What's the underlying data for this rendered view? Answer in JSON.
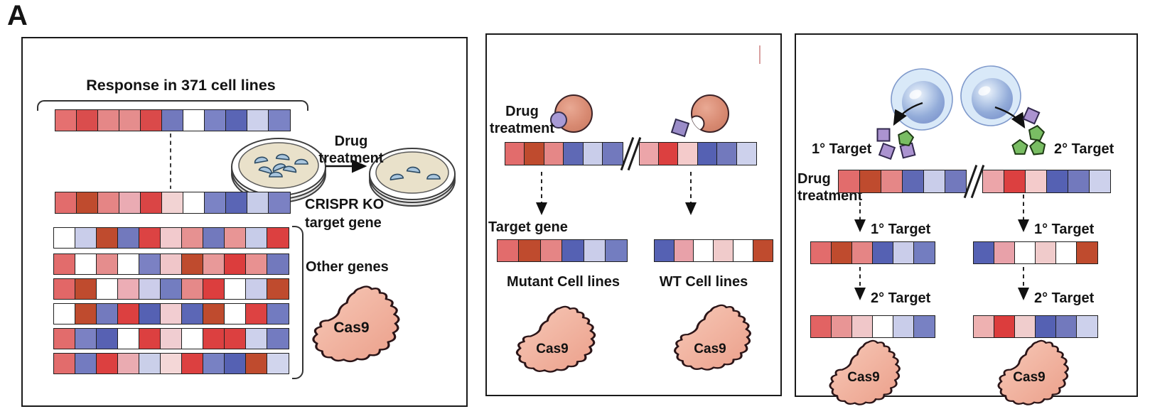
{
  "figure_label": "A",
  "shape_colors": {
    "heat_red": "#dc4040",
    "heat_blue": "#5561b3",
    "cas9_fill_light": "#f6c5b4",
    "cas9_fill_dark": "#eca28e",
    "drug_protein_salmon": "#d88a72",
    "primary_probe_purple": "#ab93d0",
    "secondary_probe_green": "#79bd63",
    "cell_sphere_blue": "#93acd9",
    "petri_media_beige": "#e9e1ca",
    "colony_blue": "#a9c6de"
  },
  "panel_discovery": {
    "title": "Response in 371 cell lines",
    "drug_treatment": {
      "line1": "Drug",
      "line2": "treatment"
    },
    "crispr_ko": {
      "line1": "CRISPR KO",
      "line2": "target gene"
    },
    "other_genes_label": "Other genes",
    "cas9_label": "Cas9",
    "strips": {
      "response_row": [
        "#e57070",
        "#da4d4d",
        "#e58787",
        "#e58d8d",
        "#da4a4a",
        "#7279bd",
        "#ffffff",
        "#7b83c5",
        "#5a65b5",
        "#cdd1ec",
        "#7b83c5"
      ],
      "crispr_ko_row": [
        "#e26c6c",
        "#bf4b2e",
        "#e58585",
        "#eaabb3",
        "#da4545",
        "#f2d3d3",
        "#ffffff",
        "#7b83c5",
        "#5a65b5",
        "#c7cce9",
        "#7b81c3"
      ],
      "other_gene_rows": {
        "r1": [
          "#ffffff",
          "#c9cdea",
          "#bf4b2e",
          "#7279bd",
          "#dc4343",
          "#f2cacd",
          "#e69191",
          "#7279bd",
          "#e89595",
          "#c7cce9",
          "#dc4040"
        ],
        "r2": [
          "#e26c6c",
          "#ffffff",
          "#e58d8d",
          "#ffffff",
          "#7b81c3",
          "#f0c6c9",
          "#bf4b2e",
          "#e89999",
          "#dc3d3d",
          "#e89191",
          "#7279bd"
        ],
        "r3": [
          "#e26767",
          "#bf4b2e",
          "#ffffff",
          "#ecadb5",
          "#cccdea",
          "#737dc0",
          "#e58989",
          "#dc3e3e",
          "#ffffff",
          "#cacdea",
          "#bf4b2e"
        ],
        "r4": [
          "#ffffff",
          "#bf4b2e",
          "#737abe",
          "#dc4040",
          "#5561b3",
          "#f2cdd1",
          "#5c67b6",
          "#bf4b2e",
          "#ffffff",
          "#dd4242",
          "#727bc0"
        ],
        "r5": [
          "#e26c6c",
          "#7b81c3",
          "#5761b3",
          "#ffffff",
          "#dc4040",
          "#f0cdd1",
          "#ffffff",
          "#dc4040",
          "#dc4040",
          "#cdd1ec",
          "#737bc0"
        ],
        "r6": [
          "#e26c6c",
          "#737bc0",
          "#dc4040",
          "#eaabb1",
          "#cacfe9",
          "#f4d7d7",
          "#dc4040",
          "#7881c3",
          "#5561b3",
          "#bf4b2e",
          "#d1d5ed"
        ]
      }
    }
  },
  "panel_mutant_wt": {
    "drug_treatment": {
      "line1": "Drug",
      "line2": "treatment"
    },
    "target_gene_label": "Target gene",
    "mutant_label": "Mutant Cell lines",
    "wt_label": "WT Cell lines",
    "cas9_label": "Cas9",
    "strips": {
      "drug_row_left": [
        "#e26c6c",
        "#bf4b2e",
        "#e58787",
        "#5f69b5",
        "#c9cdea",
        "#7279bd"
      ],
      "drug_row_right": [
        "#eca5a9",
        "#dc4040",
        "#f4cbcb",
        "#5561b3",
        "#7279bd",
        "#cdd1ec"
      ],
      "mutant_row": [
        "#e26c6c",
        "#bf4b2e",
        "#e58585",
        "#5561b3",
        "#cacdea",
        "#737dc0"
      ],
      "wt_row": [
        "#5561b3",
        "#e8a1a9",
        "#ffffff",
        "#f0cbcb",
        "#ffffff",
        "#bf4b2e"
      ]
    }
  },
  "panel_dual_target": {
    "primary_target_label": "1° Target",
    "secondary_target_label": "2° Target",
    "drug_treatment": {
      "line1": "Drug",
      "line2": "treatment"
    },
    "cas9_label": "Cas9",
    "strips": {
      "drug_row_left": [
        "#e26c6c",
        "#bf4b2e",
        "#e58787",
        "#5f69b5",
        "#c9cdea",
        "#7279bd"
      ],
      "drug_row_right": [
        "#eca5a9",
        "#dc4040",
        "#f4cbcb",
        "#5561b3",
        "#7279bd",
        "#cdd1ec"
      ],
      "primary_left": [
        "#e26c6c",
        "#bf4b2e",
        "#e58585",
        "#5561b3",
        "#cacdea",
        "#737dc0"
      ],
      "primary_right": [
        "#5561b3",
        "#e8a1a9",
        "#ffffff",
        "#f0cbcb",
        "#ffffff",
        "#bf4b2e"
      ],
      "secondary_left": [
        "#e26363",
        "#e89595",
        "#f0c7c9",
        "#ffffff",
        "#c9cdea",
        "#7881c3"
      ],
      "secondary_right": [
        "#eeb1b1",
        "#dc3d3d",
        "#f0cdcd",
        "#5561b3",
        "#7279bd",
        "#cdd1ec"
      ]
    }
  }
}
